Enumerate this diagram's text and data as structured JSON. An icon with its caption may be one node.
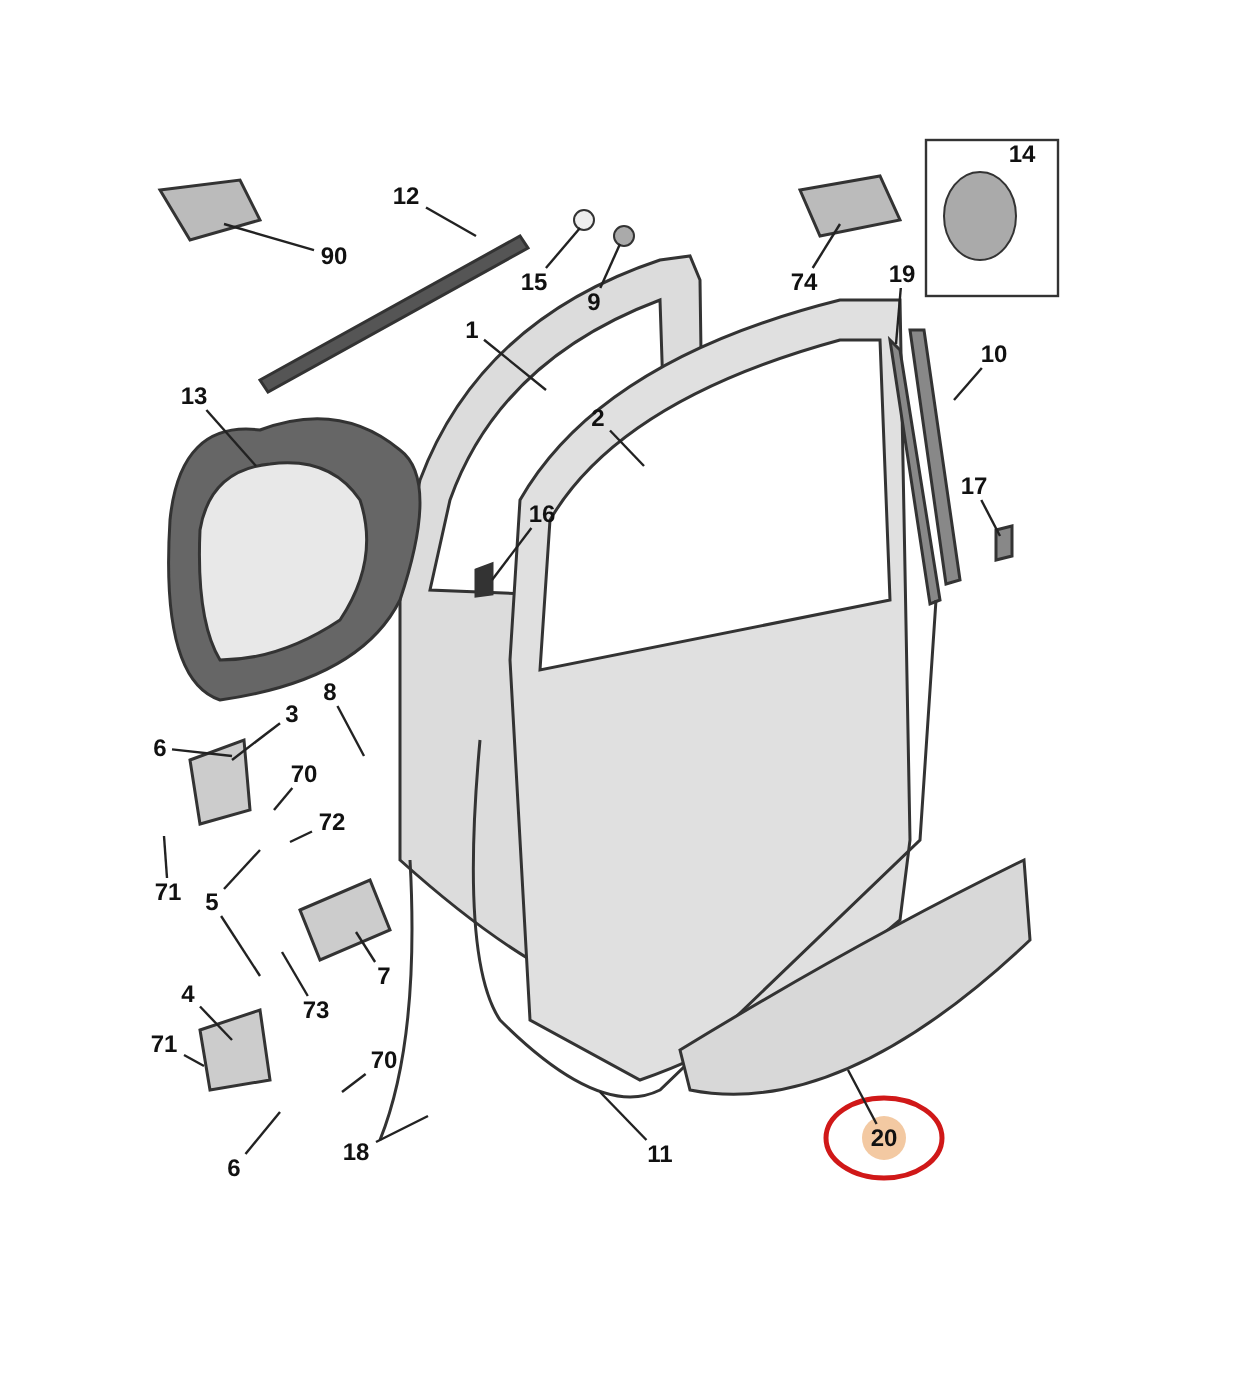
{
  "diagram": {
    "nodes": [
      {
        "text": [
          "90"
        ]
      },
      {
        "text": [
          "12"
        ]
      },
      {
        "text": [
          "15"
        ]
      },
      {
        "text": [
          "9"
        ]
      },
      {
        "text": [
          "74"
        ]
      },
      {
        "text": [
          "14"
        ]
      },
      {
        "text": [
          "19"
        ]
      },
      {
        "text": [
          "10"
        ]
      },
      {
        "text": [
          "1"
        ]
      },
      {
        "text": [
          "2"
        ]
      },
      {
        "text": [
          "13"
        ]
      },
      {
        "text": [
          "16"
        ]
      },
      {
        "text": [
          "17"
        ]
      },
      {
        "text": [
          "3"
        ]
      },
      {
        "text": [
          "8"
        ]
      },
      {
        "text": [
          "6"
        ]
      },
      {
        "text": [
          "70"
        ]
      },
      {
        "text": [
          "72"
        ]
      },
      {
        "text": [
          "71"
        ]
      },
      {
        "text": [
          "5"
        ]
      },
      {
        "text": [
          "73"
        ]
      },
      {
        "text": [
          "7"
        ]
      },
      {
        "text": [
          "4"
        ]
      },
      {
        "text": [
          "71"
        ]
      },
      {
        "text": [
          "70"
        ]
      },
      {
        "text": [
          "18"
        ]
      },
      {
        "text": [
          "6"
        ]
      },
      {
        "text": [
          "11"
        ]
      },
      {
        "text": [
          "20"
        ]
      }
    ],
    "edges": [
      {
        "from": 0,
        "to": null,
        "arrow": "none"
      },
      {
        "from": 1,
        "to": null,
        "arrow": "none"
      },
      {
        "from": 2,
        "to": null,
        "arrow": "none"
      },
      {
        "from": 3,
        "to": null,
        "arrow": "none"
      },
      {
        "from": 4,
        "to": null,
        "arrow": "none"
      },
      {
        "from": 6,
        "to": null,
        "arrow": "none"
      },
      {
        "from": 7,
        "to": null,
        "arrow": "none"
      },
      {
        "from": 8,
        "to": null,
        "arrow": "none"
      },
      {
        "from": 9,
        "to": null,
        "arrow": "none"
      },
      {
        "from": 10,
        "to": null,
        "arrow": "none"
      },
      {
        "from": 11,
        "to": null,
        "arrow": "none"
      },
      {
        "from": 12,
        "to": null,
        "arrow": "none"
      },
      {
        "from": 13,
        "to": null,
        "arrow": "none"
      },
      {
        "from": 14,
        "to": null,
        "arrow": "none"
      },
      {
        "from": 15,
        "to": null,
        "arrow": "none"
      },
      {
        "from": 16,
        "to": null,
        "arrow": "none"
      },
      {
        "from": 17,
        "to": null,
        "arrow": "none"
      },
      {
        "from": 18,
        "to": null,
        "arrow": "none"
      },
      {
        "from": 19,
        "to": null,
        "arrow": "none"
      },
      {
        "from": 19,
        "to": null,
        "arrow": "none"
      },
      {
        "from": 20,
        "to": null,
        "arrow": "none"
      },
      {
        "from": 21,
        "to": null,
        "arrow": "none"
      },
      {
        "from": 22,
        "to": null,
        "arrow": "none"
      },
      {
        "from": 23,
        "to": null,
        "arrow": "none"
      },
      {
        "from": 24,
        "to": null,
        "arrow": "none"
      },
      {
        "from": 25,
        "to": null,
        "arrow": "none"
      },
      {
        "from": 26,
        "to": null,
        "arrow": "none"
      },
      {
        "from": 27,
        "to": null,
        "arrow": "none"
      },
      {
        "from": 28,
        "to": null,
        "arrow": "none"
      }
    ]
  }
}
